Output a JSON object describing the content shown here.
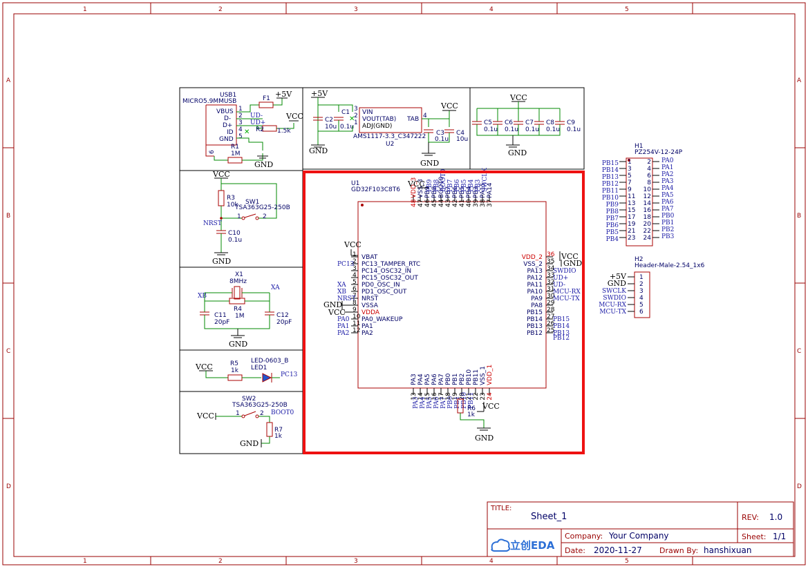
{
  "frame": {
    "columns": [
      "1",
      "2",
      "3",
      "4",
      "5"
    ],
    "rows": [
      "A",
      "B",
      "C",
      "D"
    ]
  },
  "power": {
    "plus5v": "+5V",
    "vcc": "VCC",
    "gnd": "GND"
  },
  "usb": {
    "ref": "USB1",
    "value": "MICRO5.9MMUSB",
    "pins": [
      "VBUS",
      "D-",
      "D+",
      "ID",
      "GND"
    ],
    "pin_nums": [
      "1",
      "2",
      "3",
      "4",
      "5",
      "6"
    ],
    "nets": [
      "UD-",
      "UD+"
    ],
    "f1": "F1",
    "r2": "R2",
    "r2_val": "1.5k",
    "r1": "R1",
    "r1_val": "1M"
  },
  "ldo": {
    "pins": [
      "VIN",
      "VOUT(TAB)",
      "ADJ(GND)",
      "TAB"
    ],
    "pin_nums": [
      "3",
      "2",
      "1",
      "4"
    ],
    "part": "AMS1117-3.3_C347222",
    "ref": "U2",
    "c1": "C1",
    "c1_val": "0.1u",
    "c2": "C2",
    "c2_val": "10u",
    "c3": "C3",
    "c3_val": "0.1u",
    "c4": "C4",
    "c4_val": "10u"
  },
  "decoupling": {
    "caps": [
      {
        "ref": "C5",
        "val": "0.1u"
      },
      {
        "ref": "C6",
        "val": "0.1u"
      },
      {
        "ref": "C7",
        "val": "0.1u"
      },
      {
        "ref": "C8",
        "val": "0.1u"
      },
      {
        "ref": "C9",
        "val": "0.1u"
      }
    ]
  },
  "reset": {
    "r3": "R3",
    "r3_val": "10k",
    "sw": "SW1",
    "sw_val": "TSA363G25-250B",
    "net": "NRST",
    "c10": "C10",
    "c10_val": "0.1u",
    "pins": [
      "1",
      "2"
    ]
  },
  "crystal": {
    "ref": "X1",
    "val": "8MHz",
    "xb": "XB",
    "xa": "XA",
    "r4": "R4",
    "r4_val": "1M",
    "c11": "C11",
    "c11_val": "20pF",
    "c12": "C12",
    "c12_val": "20pF"
  },
  "led": {
    "r5": "R5",
    "r5_val": "1k",
    "ref": "LED1",
    "val": "LED-0603_B",
    "net": "PC13"
  },
  "boot": {
    "sw": "SW2",
    "sw_val": "TSA363G25-250B",
    "net": "BOOT0",
    "r7": "R7",
    "r7_val": "1k",
    "pins": [
      "1",
      "2"
    ]
  },
  "mcu": {
    "ref": "U1",
    "part": "GD32F103C8T6",
    "left_pins": [
      {
        "name": "VBAT",
        "num": "1",
        "net": ""
      },
      {
        "name": "PC13_TAMPER_RTC",
        "num": "2",
        "net": "PC13"
      },
      {
        "name": "PC14_OSC32_IN",
        "num": "3",
        "net": ""
      },
      {
        "name": "PC15_OSC32_OUT",
        "num": "4",
        "net": ""
      },
      {
        "name": "PD0_OSC_IN",
        "num": "5",
        "net": "XA"
      },
      {
        "name": "PD1_OSC_OUT",
        "num": "6",
        "net": "XB"
      },
      {
        "name": "NRST",
        "num": "7",
        "net": "NRST"
      },
      {
        "name": "VSSA",
        "num": "8",
        "net": ""
      },
      {
        "name": "VDDA",
        "num": "9",
        "net": ""
      },
      {
        "name": "PA0_WAKEUP",
        "num": "10",
        "net": "PA0"
      },
      {
        "name": "PA1",
        "num": "11",
        "net": "PA1"
      },
      {
        "name": "PA2",
        "num": "12",
        "net": "PA2"
      }
    ],
    "right_pins": [
      {
        "name": "VDD_2",
        "num": "36",
        "net": "VCC"
      },
      {
        "name": "VSS_2",
        "num": "35",
        "net": "GND"
      },
      {
        "name": "PA13",
        "num": "34",
        "net": "SWDIO"
      },
      {
        "name": "PA12",
        "num": "33",
        "net": "UD+"
      },
      {
        "name": "PA11",
        "num": "32",
        "net": "UD-"
      },
      {
        "name": "PA10",
        "num": "31",
        "net": "MCU-RX"
      },
      {
        "name": "PA9",
        "num": "30",
        "net": "MCU-TX"
      },
      {
        "name": "PA8",
        "num": "29",
        "net": ""
      },
      {
        "name": "PB15",
        "num": "28",
        "net": ""
      },
      {
        "name": "PB14",
        "num": "27",
        "net": "PB15"
      },
      {
        "name": "PB13",
        "num": "26",
        "net": "PB14"
      },
      {
        "name": "PB12",
        "num": "25",
        "net": "PB13"
      }
    ],
    "right_extra": "PB12",
    "top_pins": [
      {
        "name": "VDD_3",
        "num": "48"
      },
      {
        "name": "VSS_3",
        "num": "47"
      },
      {
        "name": "PB9",
        "num": "46"
      },
      {
        "name": "PB8",
        "num": "45"
      },
      {
        "name": "BOOT0",
        "num": "44"
      },
      {
        "name": "PB7",
        "num": "43"
      },
      {
        "name": "PB6",
        "num": "42"
      },
      {
        "name": "PB5",
        "num": "41"
      },
      {
        "name": "PB4",
        "num": "40"
      },
      {
        "name": "PB3",
        "num": "39"
      },
      {
        "name": "PA15",
        "num": "38"
      },
      {
        "name": "PA14",
        "num": "37"
      }
    ],
    "top_nets": [
      "PB9",
      "PB8",
      "BOOT0",
      "PB7",
      "PB6",
      "PB5",
      "PB4",
      "PB3",
      "SWCLK"
    ],
    "bottom_pins": [
      {
        "name": "PA3",
        "num": "13"
      },
      {
        "name": "PA4",
        "num": "14"
      },
      {
        "name": "PA5",
        "num": "15"
      },
      {
        "name": "PA6",
        "num": "16"
      },
      {
        "name": "PA7",
        "num": "17"
      },
      {
        "name": "PB0",
        "num": "18"
      },
      {
        "name": "PB1",
        "num": "19"
      },
      {
        "name": "PB2",
        "num": "20"
      },
      {
        "name": "PB10",
        "num": "21"
      },
      {
        "name": "PB11",
        "num": "22"
      },
      {
        "name": "VSS_1",
        "num": "23"
      },
      {
        "name": "VDD_1",
        "num": "24"
      }
    ],
    "bottom_nets": [
      "PA3",
      "PA4",
      "PA5",
      "PA6",
      "PA7",
      "PB0",
      "PB1",
      "PB10",
      "PB11"
    ],
    "r6": "R6",
    "r6_val": "1k"
  },
  "h1": {
    "ref": "H1",
    "part": "PZ254V-12-24P",
    "left_nets": [
      "PB15",
      "PB14",
      "PB13",
      "PB12",
      "PB11",
      "PB10",
      "PB9",
      "PB8",
      "PB7",
      "PB6",
      "PB5",
      "PB4"
    ],
    "right_nets": [
      "PA0",
      "PA1",
      "PA2",
      "PA3",
      "PA4",
      "PA5",
      "PA6",
      "PA7",
      "PB0",
      "PB1",
      "PB2",
      "PB3"
    ],
    "left_pins": [
      "1",
      "3",
      "5",
      "7",
      "9",
      "11",
      "13",
      "15",
      "17",
      "19",
      "21",
      "23"
    ],
    "right_pins": [
      "2",
      "4",
      "6",
      "8",
      "10",
      "12",
      "14",
      "16",
      "18",
      "20",
      "22",
      "24"
    ]
  },
  "h2": {
    "ref": "H2",
    "part": "Header-Male-2.54_1x6",
    "nets": [
      "+5V",
      "GND",
      "SWCLK",
      "SWDIO",
      "MCU-RX",
      "MCU-TX"
    ],
    "pins": [
      "1",
      "2",
      "3",
      "4",
      "5",
      "6"
    ]
  },
  "title_block": {
    "title_label": "TITLE:",
    "title": "Sheet_1",
    "rev_label": "REV:",
    "rev": "1.0",
    "logo": "立创EDA",
    "company_label": "Company:",
    "company": "Your Company",
    "sheet_label": "Sheet:",
    "sheet": "1/1",
    "date_label": "Date:",
    "date": "2020-11-27",
    "drawn_label": "Drawn By:",
    "drawn_by": "hanshixuan"
  },
  "highlight_color": "#ee1111"
}
